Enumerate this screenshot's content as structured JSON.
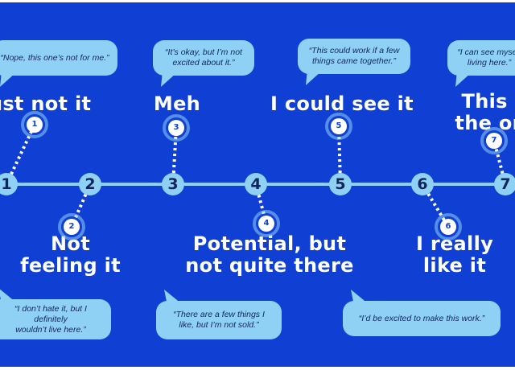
{
  "colors": {
    "background": "#0f3fd3",
    "accent": "#8fd0f5",
    "ink": "#12265e",
    "label": "#ffffff"
  },
  "scale_points": [
    {
      "number": "1",
      "label": "Just not it",
      "quote": "“Nope, this one’s not for me.”"
    },
    {
      "number": "2",
      "label": "Not\nfeeling it",
      "quote": "“I don’t hate it, but I definitely\nwouldn’t live here.”"
    },
    {
      "number": "3",
      "label": "Meh",
      "quote": "“It’s okay, but I’m not\nexcited about it.”"
    },
    {
      "number": "4",
      "label": "Potential, but\nnot quite there",
      "quote": "“There are a few things I\nlike, but I’m not sold.”"
    },
    {
      "number": "5",
      "label": "I could see it",
      "quote": "“This could work if a few\nthings came together.”"
    },
    {
      "number": "6",
      "label": "I really\nlike it",
      "quote": "“I’d be excited to make this work.”"
    },
    {
      "number": "7",
      "label": "This is\nthe one",
      "quote": "“I can see myself\nliving here.”"
    }
  ]
}
